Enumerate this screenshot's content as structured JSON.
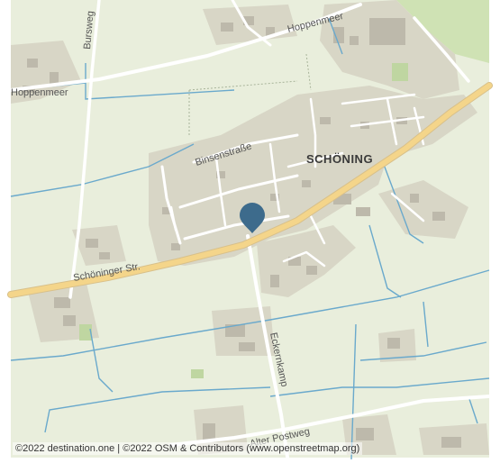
{
  "map": {
    "place_label": "SCHÖNING",
    "streets": {
      "hoppenmeer_top": "Hoppenmeer",
      "hoppenmeer_left": "Hoppenmeer",
      "bursweg": "Bursweg",
      "binsenstrasse": "Binsenstraße",
      "schoeninger_str": "Schöninger Str.",
      "eckernkamp": "Eckernkamp",
      "alter_postweg": "Alter Postweg"
    },
    "marker_color": "#3d6b8c",
    "colors": {
      "land": "#e9eedc",
      "settlement": "#d8d6c6",
      "main_road": "#f4d58a",
      "road": "#ffffff",
      "water": "#6aa9cc",
      "building": "#bdb9ab"
    }
  },
  "attribution": "©2022 destination.one | ©2022 OSM & Contributors (www.openstreetmap.org)"
}
